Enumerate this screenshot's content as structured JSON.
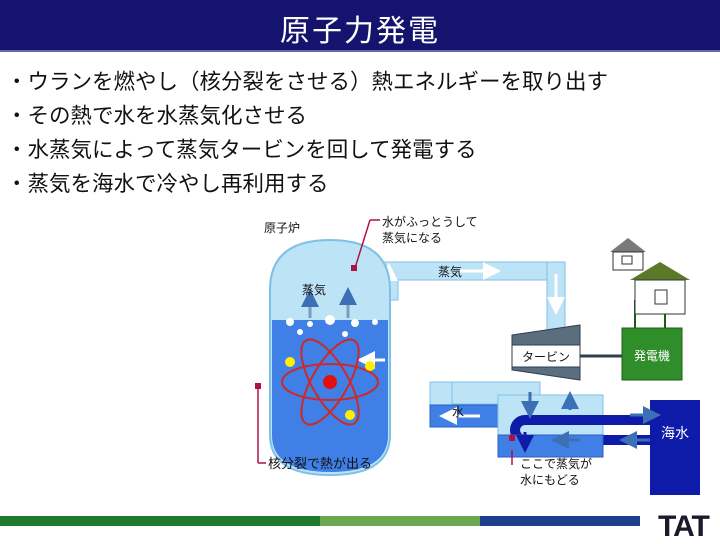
{
  "slide": {
    "title": "原子力発電",
    "bullets": [
      "ウランを燃やし（核分裂をさせる）熱エネルギーを取り出す",
      "その熱で水を水蒸気化させる",
      "水蒸気によって蒸気タービンを回して発電する",
      "蒸気を海水で冷やし再利用する"
    ]
  },
  "diagram": {
    "labels": {
      "reactor": "原子炉",
      "boil_line1": "水がふっとうして",
      "boil_line2": "蒸気になる",
      "steam_pipe": "蒸気",
      "steam_inside": "蒸気",
      "turbine": "タービン",
      "generator": "発電機",
      "water": "水",
      "seawater": "海水",
      "fission_heat": "核分裂で熱が出る",
      "condense_line1": "ここで蒸気が",
      "condense_line2": "水にもどる"
    },
    "colors": {
      "pipe": "#bde3f7",
      "pipe_border": "#7fc1e6",
      "water": "#3f7fe6",
      "seawater": "#0d1ba8",
      "turbine": "#5a6e80",
      "generator": "#2f8e2a",
      "callout": "#b0104a",
      "arrow": "#3c6fb4"
    }
  },
  "footer": {
    "logo": "TAT"
  }
}
